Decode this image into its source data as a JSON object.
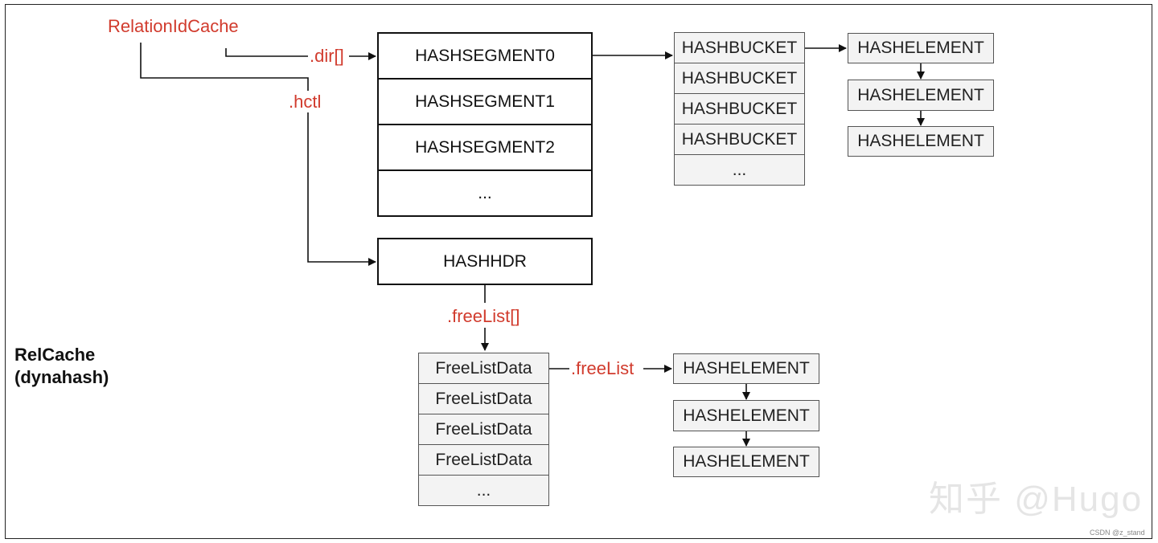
{
  "root_label": "RelationIdCache",
  "dir_label": ".dir[]",
  "hctl_label": ".hctl",
  "segments": [
    "HASHSEGMENT0",
    "HASHSEGMENT1",
    "HASHSEGMENT2",
    "..."
  ],
  "buckets": [
    "HASHBUCKET",
    "HASHBUCKET",
    "HASHBUCKET",
    "HASHBUCKET",
    "..."
  ],
  "bucket_chain": [
    "HASHELEMENT",
    "HASHELEMENT",
    "HASHELEMENT"
  ],
  "header": "HASHHDR",
  "freelist_array_label": ".freeList[]",
  "freelist_data": [
    "FreeListData",
    "FreeListData",
    "FreeListData",
    "FreeListData",
    "..."
  ],
  "freelist_label": ".freeList",
  "freelist_chain": [
    "HASHELEMENT",
    "HASHELEMENT",
    "HASHELEMENT"
  ],
  "title_line1": "RelCache",
  "title_line2": "(dynahash)",
  "watermark": "知乎 @Hugo",
  "source_mark": "CSDN @z_stand",
  "colors": {
    "accent_red": "#d13b2d",
    "box_fill": "#f3f3f3",
    "stroke": "#111111"
  }
}
